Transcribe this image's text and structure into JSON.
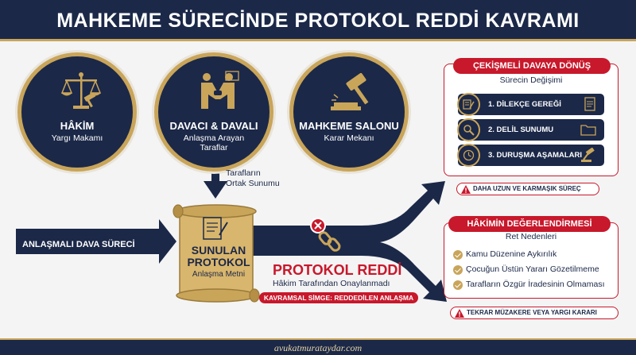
{
  "header": {
    "title": "MAHKEME SÜRECİNDE PROTOKOL REDDİ KAVRAMI"
  },
  "circles": [
    {
      "title": "HÂKİM",
      "subtitle": "Yargı Makamı",
      "icon": "scales-icon"
    },
    {
      "title": "DAVACI & DAVALI",
      "subtitle": "Anlaşma Arayan Taraflar",
      "icon": "handshake-icon"
    },
    {
      "title": "MAHKEME SALONU",
      "subtitle": "Karar Mekanı",
      "icon": "gavel-icon"
    }
  ],
  "joint_submission": {
    "text": "Tarafların Ortak Sunumu"
  },
  "input_arrow": {
    "label": "ANLAŞMALI DAVA SÜRECİ"
  },
  "scroll": {
    "title": "SUNULAN PROTOKOL",
    "subtitle": "Anlaşma Metni"
  },
  "rejection": {
    "title": "PROTOKOL REDDİ",
    "subtitle": "Hâkim Tarafından Onaylanmadı",
    "badge": "KAVRAMSAL SİMGE: REDDEDİLEN ANLAŞMA"
  },
  "contested_panel": {
    "title": "ÇEKİŞMELİ DAVAYA DÖNÜŞ",
    "subtitle": "Sürecin Değişimi",
    "steps": [
      {
        "label": "1. DİLEKÇE GEREĞİ",
        "icon": "pen-paper-icon",
        "end_icon": "document-icon"
      },
      {
        "label": "2. DELİL SUNUMU",
        "icon": "magnifier-icon",
        "end_icon": "folder-icon"
      },
      {
        "label": "3. DURUŞMA AŞAMALARI",
        "icon": "clock-icon",
        "end_icon": "gavel-icon"
      }
    ],
    "warning": "DAHA UZUN VE KARMAŞIK SÜREÇ"
  },
  "evaluation_panel": {
    "title": "HÂKİMİN DEĞERLENDİRMESİ",
    "subtitle": "Ret Nedenleri",
    "reasons": [
      "Kamu Düzenine Aykırılık",
      "Çocuğun Üstün Yararı Gözetilmeme",
      "Tarafların Özgür İradesinin Olmaması"
    ],
    "warning": "TEKRAR MÜZAKERE VEYA YARGI KARARI"
  },
  "footer": {
    "text": "avukatmurataydar.com"
  },
  "colors": {
    "navy": "#1b2848",
    "gold": "#c9a55a",
    "red": "#c8182b",
    "background": "#f4f4f4"
  }
}
